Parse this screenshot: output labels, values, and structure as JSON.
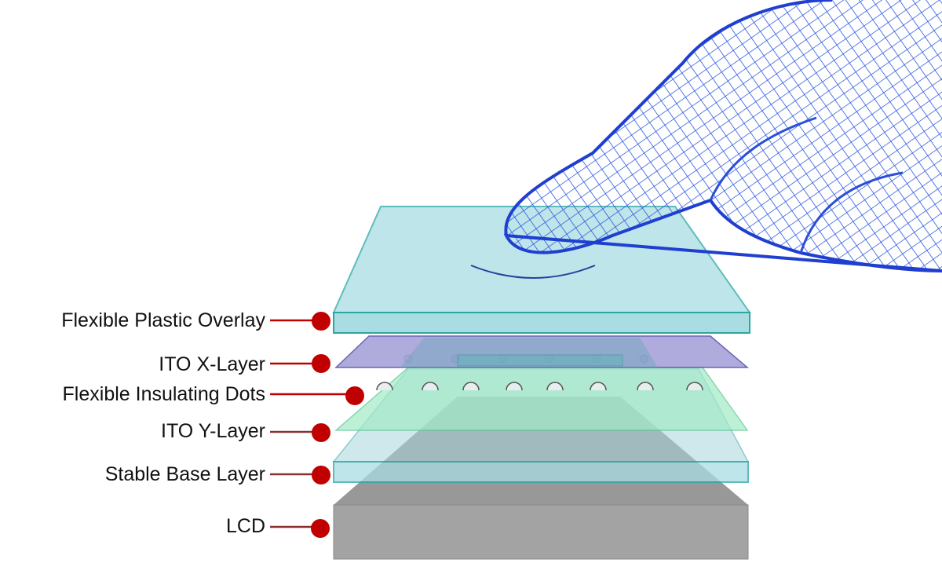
{
  "labels": [
    {
      "id": "overlay",
      "text": "Flexible Plastic Overlay"
    },
    {
      "id": "x-layer",
      "text": "ITO X-Layer"
    },
    {
      "id": "dots",
      "text": "Flexible Insulating Dots"
    },
    {
      "id": "y-layer",
      "text": "ITO Y-Layer"
    },
    {
      "id": "base",
      "text": "Stable Base Layer"
    },
    {
      "id": "lcd",
      "text": "LCD"
    }
  ],
  "colors": {
    "marker": "#c00000",
    "overlay": "#a9dde2",
    "x_layer": "#a7a3da",
    "y_layer": "#a3eac6",
    "lcd": "#9e9e9e",
    "hand": "#2a4fd8"
  }
}
